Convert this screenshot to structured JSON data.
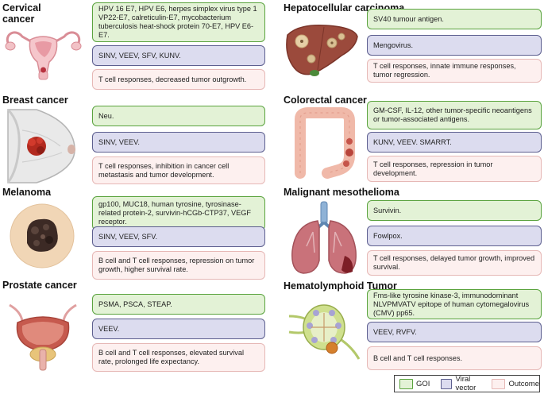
{
  "panels": {
    "cervical": {
      "title_line1": "Cervical",
      "title_line2": "cancer",
      "goi": "HPV 16 E7, HPV E6, herpes simplex virus type 1 VP22-E7,  calreticulin-E7, mycobacterium tuberculosis heat-shock protein 70-E7, HPV E6-E7.",
      "vector": "SINV, VEEV, SFV, KUNV.",
      "outcome": "T cell responses, decreased tumor outgrowth."
    },
    "breast": {
      "title": "Breast cancer",
      "goi": "Neu.",
      "vector": "SINV, VEEV.",
      "outcome": "T cell responses, inhibition in cancer cell metastasis and tumor development."
    },
    "melanoma": {
      "title": "Melanoma",
      "goi": "gp100, MUC18, human tyrosine, tyrosinase-related protein-2, survivin-hCGb-CTP37, VEGF receptor.",
      "vector": "SINV, VEEV, SFV.",
      "outcome": "B cell and T cell responses, repression on tumor growth, higher survival rate."
    },
    "prostate": {
      "title": "Prostate cancer",
      "goi": "PSMA, PSCA, STEAP.",
      "vector": "VEEV.",
      "outcome": "B cell and T cell responses, elevated survival rate, prolonged life expectancy."
    },
    "hepatocellular": {
      "title": "Hepatocellular carcinoma",
      "goi": "SV40 tumour antigen.",
      "vector": "Mengovirus.",
      "outcome": "T cell responses, innate immune responses, tumor regression."
    },
    "colorectal": {
      "title": "Colorectal cancer",
      "goi": "GM-CSF, IL-12, other tumor-specific neoantigens or tumor-associated antigens.",
      "vector": "KUNV, VEEV. SMARRT.",
      "outcome": "T cell responses, repression in tumor development."
    },
    "mesothelioma": {
      "title": "Malignant mesothelioma",
      "goi": "Survivin.",
      "vector": "Fowlpox.",
      "outcome": "T cell responses, delayed tumor growth, improved survival."
    },
    "hematolymphoid": {
      "title": "Hematolymphoid Tumor",
      "goi": "Fms-like tyrosine kinase-3,  immunodominant NLVPMVATV epitope of human cytomegalovirus (CMV) pp65.",
      "vector": "VEEV, RVFV.",
      "outcome": "B cell and T cell  responses."
    }
  },
  "legend": {
    "goi": "GOI",
    "vector": "Viral vector",
    "outcome": "Outcome"
  },
  "colors": {
    "goi_fill": "#e3f2d6",
    "goi_border": "#5aa33e",
    "vector_fill": "#dcdcef",
    "vector_border": "#5d5f8f",
    "outcome_fill": "#fdf0ef",
    "outcome_border": "#e6b8b6"
  },
  "icons": {
    "cervical": "uterus-icon",
    "breast": "breast-tumor-icon",
    "melanoma": "melanoma-icon",
    "prostate": "bladder-prostate-icon",
    "hepatocellular": "liver-icon",
    "colorectal": "colon-icon",
    "mesothelioma": "lungs-icon",
    "hematolymphoid": "lymph-node-icon"
  }
}
